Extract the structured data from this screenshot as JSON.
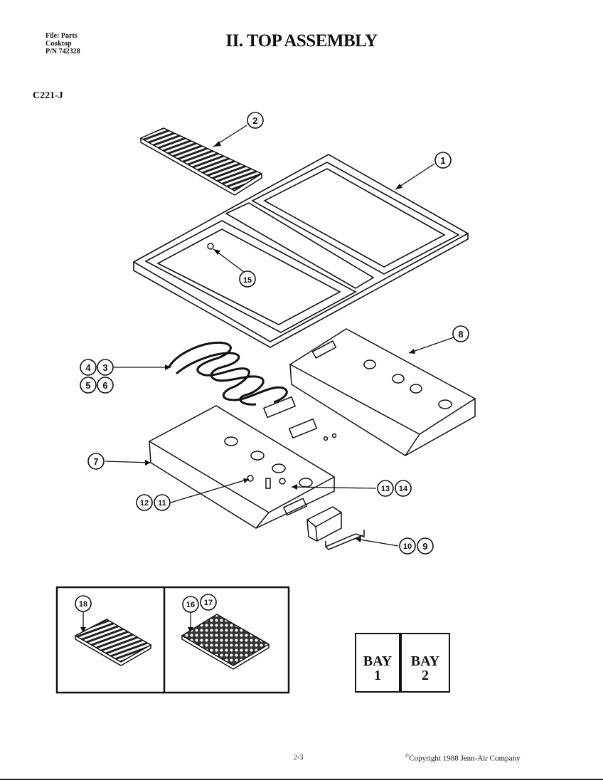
{
  "header": {
    "file_line": "File: Parts",
    "product_line": "Cooktop",
    "pn_line": "P/N 742328"
  },
  "title": "II. TOP ASSEMBLY",
  "model": "C221-J",
  "callouts": {
    "c1": "1",
    "c2": "2",
    "c3": "3",
    "c4": "4",
    "c5": "5",
    "c6": "6",
    "c7": "7",
    "c8": "8",
    "c9": "9",
    "c10": "10",
    "c11": "11",
    "c12": "12",
    "c13": "13",
    "c14": "14",
    "c15": "15",
    "c16": "16",
    "c17": "17",
    "c18": "18"
  },
  "bays": {
    "bay1_word": "BAY",
    "bay1_num": "1",
    "bay2_word": "BAY",
    "bay2_num": "2"
  },
  "footer": {
    "page": "2-3",
    "copyright": "Copyright 1988 Jenn-Air Company",
    "copyright_symbol": "©"
  }
}
